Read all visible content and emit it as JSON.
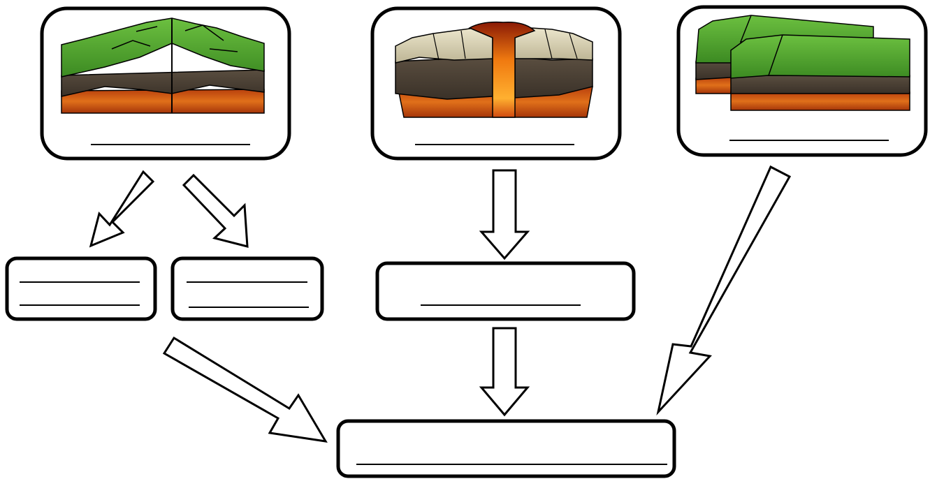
{
  "boxes": {
    "top_left": {
      "answer": ""
    },
    "top_middle": {
      "answer": ""
    },
    "top_right": {
      "answer": ""
    },
    "mid_left_a": {
      "answer_1": "",
      "answer_2": ""
    },
    "mid_left_b": {
      "answer_1": "",
      "answer_2": ""
    },
    "mid_center": {
      "answer": ""
    },
    "bottom": {
      "answer": ""
    }
  },
  "illustrations": {
    "top_left": "divergent-plate-boundary-illustration",
    "top_middle": "volcanic-rift-illustration",
    "top_right": "transform-fault-illustration"
  },
  "colors": {
    "grass": "#4a9e2a",
    "soil": "#4a3f33",
    "magma": "#c8460f",
    "lava_glow": "#f0a020",
    "rock_light": "#d8d0b0"
  }
}
